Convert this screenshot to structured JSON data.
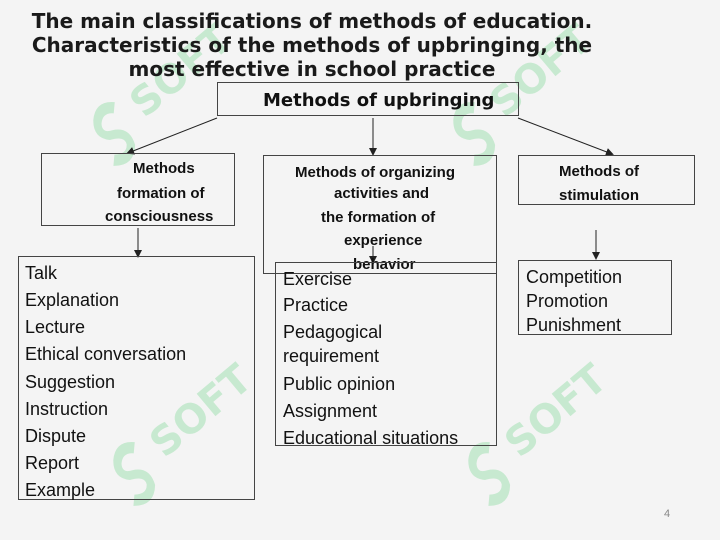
{
  "slide": {
    "title_lines": [
      "The main classifications of methods of education.",
      "Characteristics of the methods of upbringing, the",
      "most effective in school practice"
    ],
    "page_number": "4",
    "watermark_text": "SOFT",
    "watermark_color": "#b8e6c4"
  },
  "diagram": {
    "root": "Methods of upbringing",
    "categories": [
      {
        "heading_lines": [
          "Methods",
          "formation of",
          "consciousness"
        ],
        "items": [
          "Talk",
          "Explanation",
          "Lecture",
          "Ethical conversation",
          "Suggestion",
          "Instruction",
          "Dispute",
          "Report",
          "Example"
        ]
      },
      {
        "heading_lines": [
          "Methods of organizing",
          "activities and",
          "the formation of",
          "experience",
          "behavior"
        ],
        "items": [
          "Exercise",
          "Practice",
          "Pedagogical",
          "requirement",
          "Public opinion",
          "Assignment",
          "Educational situations"
        ]
      },
      {
        "heading_lines": [
          "Methods of",
          "stimulation"
        ],
        "items": [
          "Competition",
          "Promotion",
          "Punishment"
        ]
      }
    ]
  }
}
